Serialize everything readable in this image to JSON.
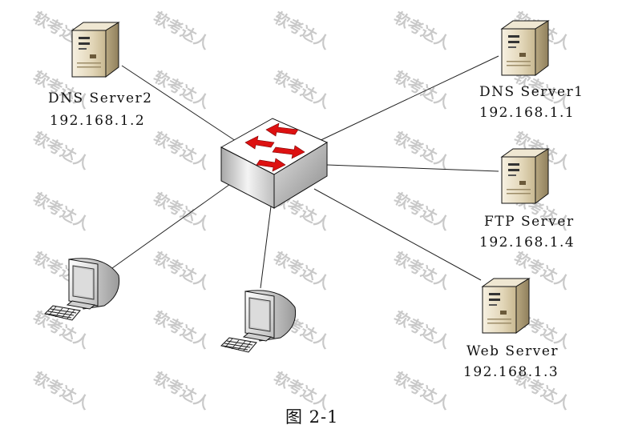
{
  "watermark": "软考达人",
  "caption": "图 2-1",
  "nodes": {
    "dns_server2": {
      "name": "DNS Server2",
      "ip": "192.168.1.2"
    },
    "dns_server1": {
      "name": "DNS Server1",
      "ip": "192.168.1.1"
    },
    "ftp_server": {
      "name": "FTP Server",
      "ip": "192.168.1.4"
    },
    "web_server": {
      "name": "Web Server",
      "ip": "192.168.1.3"
    }
  },
  "icons": {
    "switch": "network-switch-icon",
    "server": "tower-server-icon",
    "client": "desktop-computer-icon"
  },
  "colors": {
    "switch_arrows": "#dd1111",
    "server_body": "#e6dcc4"
  }
}
